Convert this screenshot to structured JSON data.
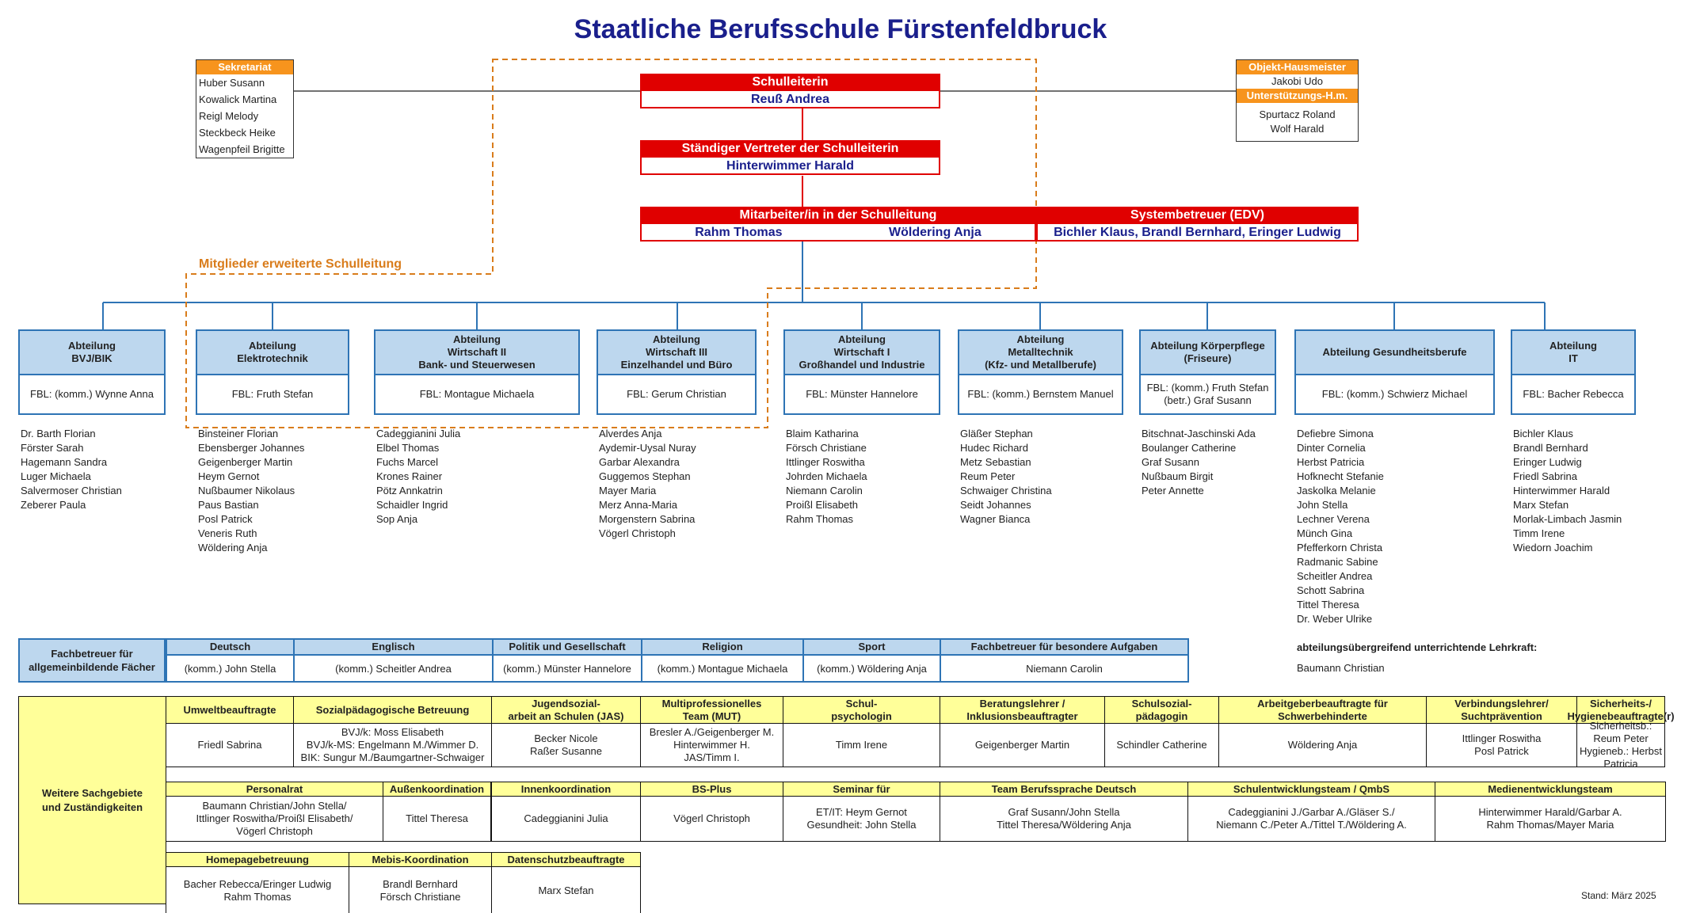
{
  "title": "Staatliche Berufsschule Fürstenfeldbruck",
  "sekretariat": {
    "label": "Sekretariat",
    "members": [
      "Huber Susann",
      "Kowalick Martina",
      "Reigl Melody",
      "Steckbeck  Heike",
      "Wagenpfeil Brigitte"
    ]
  },
  "hausmeister": {
    "label": "Objekt-Hausmeister",
    "name": "Jakobi Udo",
    "support_label": "Unterstützungs-H.m.",
    "support": [
      "Spurtacz Roland",
      "Wolf Harald"
    ]
  },
  "leitung": {
    "label": "Schulleiterin",
    "name": "Reuß Andrea",
    "vertreter_label": "Ständiger Vertreter der Schulleiterin",
    "vertreter_name": "Hinterwimmer Harald",
    "mitarbeiter_label": "Mitarbeiter/in in der Schulleitung",
    "mitarbeiter": [
      "Rahm Thomas",
      "Wöldering Anja"
    ],
    "system_label": "Systembetreuer (EDV)",
    "system_names": "Bichler Klaus, Brandl Bernhard, Eringer Ludwig"
  },
  "erweiterte_label": "Mitglieder erweiterte Schulleitung",
  "departments": [
    {
      "name": "Abteilung\nBVJ/BIK",
      "head": "FBL: (komm.) Wynne Anna",
      "members": [
        "Dr. Barth Florian",
        "Förster Sarah",
        "Hagemann Sandra",
        "Luger Michaela",
        "Salvermoser Christian",
        "Zeberer Paula"
      ]
    },
    {
      "name": "Abteilung\nElektrotechnik",
      "head": "FBL: Fruth Stefan",
      "members": [
        "Binsteiner Florian",
        "Ebensberger Johannes",
        "Geigenberger Martin",
        "Heym Gernot",
        "Nußbaumer Nikolaus",
        "Paus Bastian",
        "Posl Patrick",
        "Veneris Ruth",
        "Wöldering Anja"
      ]
    },
    {
      "name": "Abteilung\nWirtschaft II\nBank- und Steuerwesen",
      "head": "FBL: Montague Michaela",
      "members": [
        "Cadeggianini Julia",
        "Elbel Thomas",
        "Fuchs Marcel",
        "Krones Rainer",
        "Pötz Annkatrin",
        "Schaidler Ingrid",
        "Sop Anja"
      ]
    },
    {
      "name": "Abteilung\nWirtschaft III\nEinzelhandel und Büro",
      "head": "FBL: Gerum Christian",
      "members": [
        "Alverdes Anja",
        "Aydemir-Uysal Nuray",
        "Garbar Alexandra",
        "Guggemos Stephan",
        "Mayer Maria",
        "Merz Anna-Maria",
        "Morgenstern Sabrina",
        "Vögerl Christoph"
      ]
    },
    {
      "name": "Abteilung\nWirtschaft I\nGroßhandel und Industrie",
      "head": "FBL: Münster Hannelore",
      "members": [
        "Blaim Katharina",
        "Försch Christiane",
        "Ittlinger Roswitha",
        "Johrden Michaela",
        "Niemann Carolin",
        "Proißl Elisabeth",
        "Rahm Thomas"
      ]
    },
    {
      "name": "Abteilung\nMetalltechnik\n(Kfz- und Metallberufe)",
      "head": "FBL: (komm.) Bernstem Manuel",
      "members": [
        "Gläßer Stephan",
        "Hudec Richard",
        "Metz Sebastian",
        "Reum Peter",
        "Schwaiger Christina",
        "Seidt Johannes",
        "Wagner Bianca"
      ]
    },
    {
      "name": "Abteilung Körperpflege\n(Friseure)",
      "head": "FBL: (komm.) Fruth Stefan\n(betr.) Graf Susann",
      "members": [
        "Bitschnat-Jaschinski Ada",
        "Boulanger Catherine",
        "Graf Susann",
        "Nußbaum Birgit",
        "Peter Annette"
      ]
    },
    {
      "name": "Abteilung Gesundheitsberufe",
      "head": "FBL: (komm.) Schwierz Michael",
      "members": [
        "Defiebre Simona",
        "Dinter Cornelia",
        "Herbst Patricia",
        "Hofknecht Stefanie",
        "Jaskolka Melanie",
        "John Stella",
        "Lechner Verena",
        "Münch Gina",
        "Pfefferkorn Christa",
        "Radmanic Sabine",
        "Scheitler Andrea",
        "Schott Sabrina",
        "Tittel Theresa",
        "Dr. Weber Ulrike"
      ]
    },
    {
      "name": "Abteilung\nIT",
      "head": "FBL: Bacher Rebecca",
      "members": [
        "Bichler Klaus",
        "Brandl Bernhard",
        "Eringer Ludwig",
        "Friedl Sabrina",
        "Hinterwimmer Harald",
        "Marx Stefan",
        "Morlak-Limbach Jasmin",
        "Timm Irene",
        "Wiedorn Joachim"
      ]
    }
  ],
  "fachbetreuer": {
    "label": "Fachbetreuer für\nallgemeinbildende Fächer",
    "cols": [
      {
        "head": "Deutsch",
        "val": "(komm.) John Stella"
      },
      {
        "head": "Englisch",
        "val": "(komm.) Scheitler Andrea"
      },
      {
        "head": "Politik und Gesellschaft",
        "val": "(komm.) Münster Hannelore"
      },
      {
        "head": "Religion",
        "val": "(komm.) Montague Michaela"
      },
      {
        "head": "Sport",
        "val": "(komm.) Wöldering Anja"
      },
      {
        "head": "Fachbetreuer für besondere Aufgaben",
        "val": "Niemann Carolin"
      }
    ]
  },
  "uebergreifend": {
    "label": "abteilungsübergreifend unterrichtende Lehrkraft:",
    "name": "Baumann Christian"
  },
  "sachgebiete": {
    "label": "Weitere Sachgebiete\nund Zuständigkeiten",
    "row1": [
      {
        "head": "Umweltbeauftragte",
        "val": "Friedl Sabrina"
      },
      {
        "head": "Sozialpädagogische Betreuung",
        "val": "BVJ/k: Moss Elisabeth\nBVJ/k-MS: Engelmann M./Wimmer D.\nBIK: Sungur M./Baumgartner-Schwaiger"
      },
      {
        "head": "Jugendsozial-\narbeit an Schulen (JAS)",
        "val": "Becker Nicole\nRaßer Susanne"
      },
      {
        "head": "Multiprofessionelles\nTeam (MUT)",
        "val": "Bresler A./Geigenberger M.\nHinterwimmer H.\nJAS/Timm I."
      },
      {
        "head": "Schul-\npsychologin",
        "val": "Timm Irene"
      },
      {
        "head": "Beratungslehrer /\nInklusionsbeauftragter",
        "val": "Geigenberger Martin"
      },
      {
        "head": "Schulsozial-\npädagogin",
        "val": "Schindler Catherine"
      },
      {
        "head": "Arbeitgeberbeauftragte für\nSchwerbehinderte",
        "val": "Wöldering Anja"
      },
      {
        "head": "Verbindungslehrer/\nSuchtprävention",
        "val": "Ittlinger Roswitha\nPosl Patrick"
      },
      {
        "head": "Sicherheits-/\nHygienebeauftragte(r)",
        "val": "Sicherheitsb.: Reum Peter\nHygieneb.: Herbst Patricia"
      }
    ],
    "row2": [
      {
        "head": "Personalrat",
        "val": "Baumann Christian/John Stella/\nIttlinger Roswitha/Proißl Elisabeth/\nVögerl Christoph"
      },
      {
        "head": "Außenkoordination",
        "val": "Tittel Theresa"
      },
      {
        "head": "Innenkoordination",
        "val": "Cadeggianini Julia"
      },
      {
        "head": "BS-Plus",
        "val": "Vögerl Christoph"
      },
      {
        "head": "Seminar für",
        "val": "ET/IT: Heym Gernot\nGesundheit: John Stella"
      },
      {
        "head": "Team Berufssprache Deutsch",
        "val": "Graf Susann/John Stella\nTittel Theresa/Wöldering Anja"
      },
      {
        "head": "Schulentwicklungsteam / QmbS",
        "val": "Cadeggianini J./Garbar A./Gläser S./\nNiemann C./Peter A./Tittel T./Wöldering A."
      },
      {
        "head": "Medienentwicklungsteam",
        "val": "Hinterwimmer Harald/Garbar A.\nRahm Thomas/Mayer Maria"
      }
    ],
    "row3": [
      {
        "head": "Homepagebetreuung",
        "val": "Bacher Rebecca/Eringer Ludwig\nRahm Thomas"
      },
      {
        "head": "Mebis-Koordination",
        "val": "Brandl Bernhard\nFörsch Christiane"
      },
      {
        "head": "Datenschutzbeauftragte",
        "val": "Marx Stefan"
      }
    ]
  },
  "stand": "Stand: März 2025",
  "colors": {
    "title": "#1a1f8c",
    "red": "#e00000",
    "orange": "#f7941d",
    "blue": "#2e74b5",
    "lightblue": "#bdd7ee",
    "yellow": "#ffff99",
    "dash": "#d97c1b"
  }
}
